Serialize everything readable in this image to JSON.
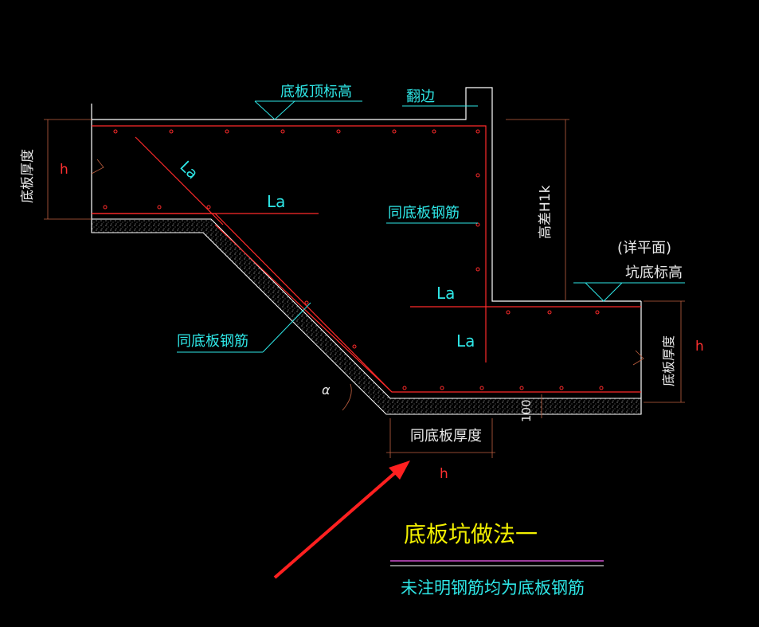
{
  "labels": {
    "top_elevation": "底板顶标高",
    "flange": "翻边",
    "slab_thickness_left": "底板厚度",
    "h_left": "h",
    "la_diagonal": "La",
    "la_horizontal": "La",
    "same_rebar_center": "同底板钢筋",
    "height_diff": "高差H1k",
    "detail_plan": "(详平面)",
    "pit_bottom_elevation": "坑底标高",
    "la_lower_horizontal": "La",
    "la_lower_vertical": "La",
    "same_rebar_left": "同底板钢筋",
    "slab_thickness_right": "底板厚度",
    "h_right": "h",
    "alpha": "α",
    "dim_100": "100",
    "same_slab_thickness": "同底板厚度",
    "h_bottom": "h"
  },
  "title": "底板坑做法一",
  "note": "未注明钢筋均为底板钢筋",
  "colors": {
    "background": "#000000",
    "rebar": "#ff2a2a",
    "concrete_outline": "#ffffff",
    "leader": "#2ee6e6",
    "title": "#f2f000",
    "underline": "#d050d0",
    "arrow": "#ff2020"
  }
}
